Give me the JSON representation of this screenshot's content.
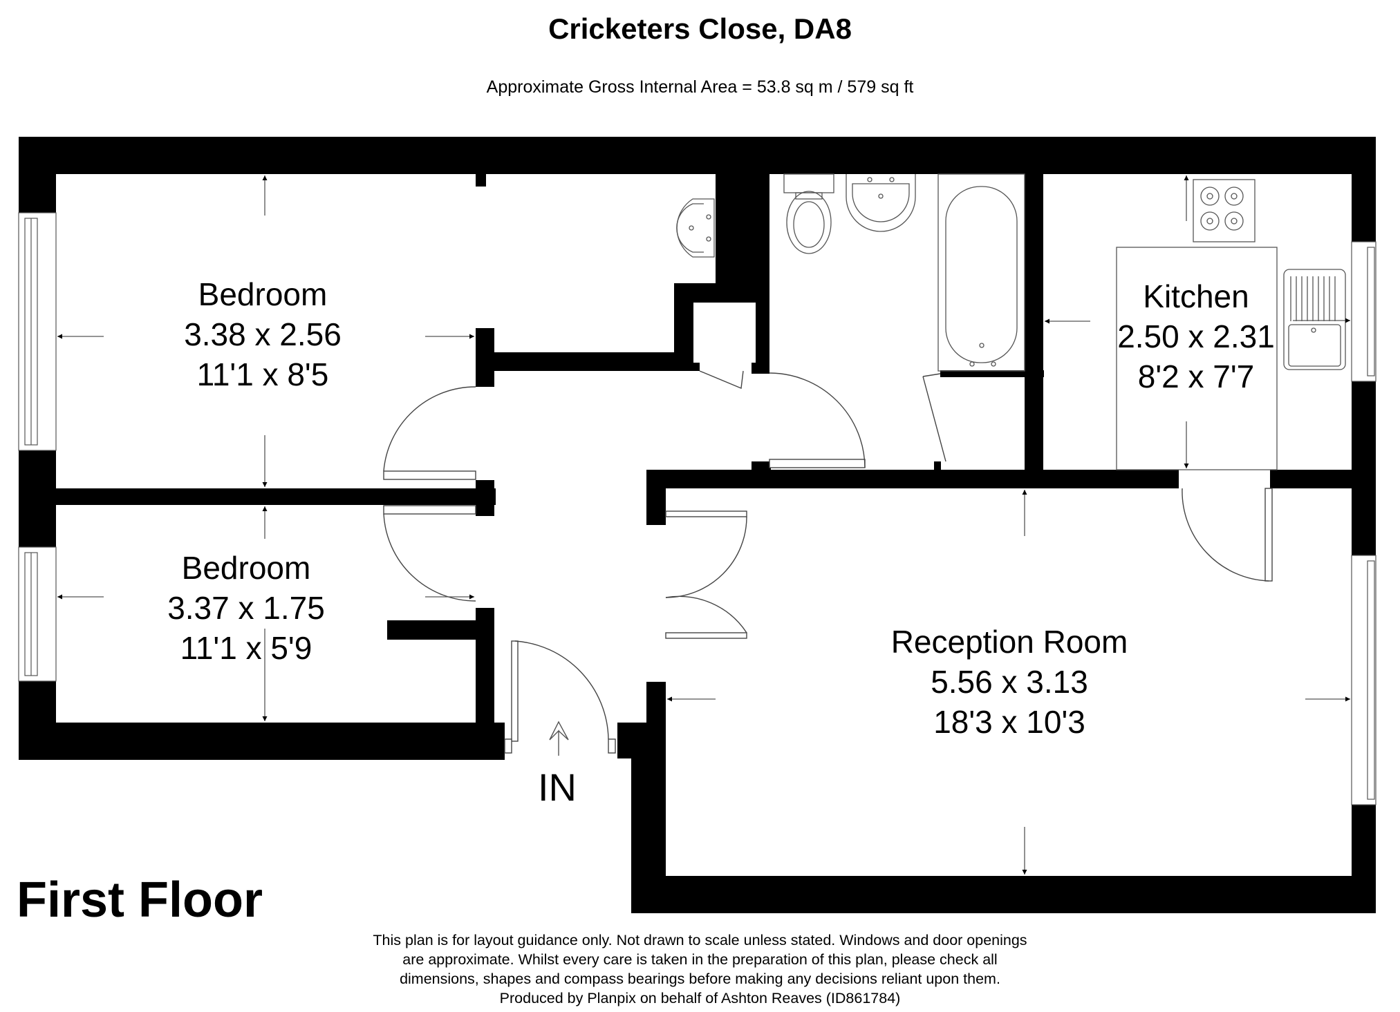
{
  "header": {
    "title": "Cricketers Close, DA8",
    "area": "Approximate Gross Internal Area = 53.8 sq m / 579 sq ft"
  },
  "floor": {
    "label": "First Floor",
    "entrance_label": "IN"
  },
  "rooms": [
    {
      "name": "Bedroom",
      "metric": "3.38 x 2.56",
      "imperial": "11'1 x 8'5"
    },
    {
      "name": "Bedroom",
      "metric": "3.37 x 1.75",
      "imperial": "11'1 x 5'9"
    },
    {
      "name": "Kitchen",
      "metric": "2.50 x 2.31",
      "imperial": "8'2 x 7'7"
    },
    {
      "name": "Reception Room",
      "metric": "5.56 x 3.13",
      "imperial": "18'3 x 10'3"
    }
  ],
  "fixtures": [
    "wash-basin",
    "toilet",
    "bathroom-basin",
    "bath",
    "hob",
    "kitchen-sink",
    "worktop"
  ],
  "disclaimer": {
    "line1": "This plan is for layout guidance only. Not drawn to scale unless stated. Windows and door openings",
    "line2": "are approximate. Whilst every care is taken in the preparation of this plan, please check all",
    "line3": "dimensions, shapes and compass bearings before making any decisions reliant upon them.",
    "line4": "Produced by Planpix on behalf of Ashton Reaves (ID861784)"
  }
}
